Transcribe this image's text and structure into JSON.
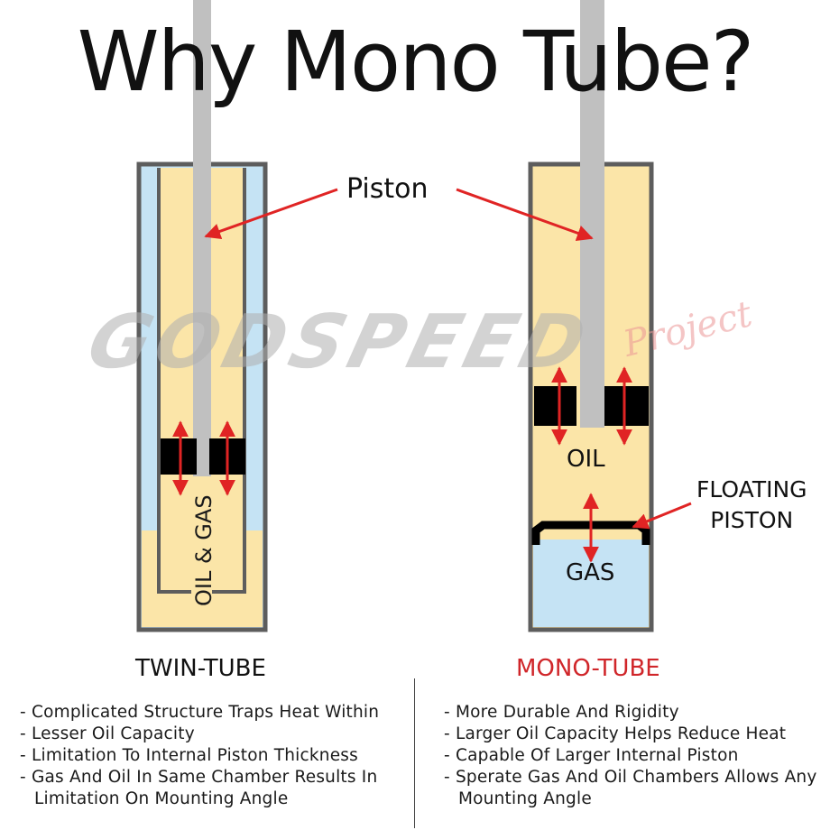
{
  "title": "Why Mono Tube?",
  "watermark": {
    "main": "GODSPEED",
    "sub": "Project"
  },
  "labels": {
    "piston": "Piston",
    "twin_inner": "OIL & GAS",
    "oil": "OIL",
    "gas": "GAS",
    "floating_line1": "FLOATING",
    "floating_line2": "PISTON"
  },
  "twin_tube": {
    "heading": "TWIN-TUBE",
    "points": [
      "Complicated Structure Traps Heat Within",
      "Lesser Oil Capacity",
      "Limitation To Internal Piston Thickness",
      "Gas And Oil In Same Chamber Results In Limitation On Mounting Angle"
    ]
  },
  "mono_tube": {
    "heading": "MONO-TUBE",
    "points": [
      "More Durable And Rigidity",
      "Larger Oil Capacity Helps Reduce Heat",
      "Capable Of Larger Internal Piston",
      "Sperate Gas And Oil Chambers Allows Any Mounting Angle"
    ]
  },
  "colors": {
    "oil": "#fbe5a8",
    "gas": "#c5e3f4",
    "tube_wall": "#5d5d5d",
    "rod": "#c0c0c0",
    "arrow": "#e02424",
    "mono_heading": "#d0262a"
  }
}
